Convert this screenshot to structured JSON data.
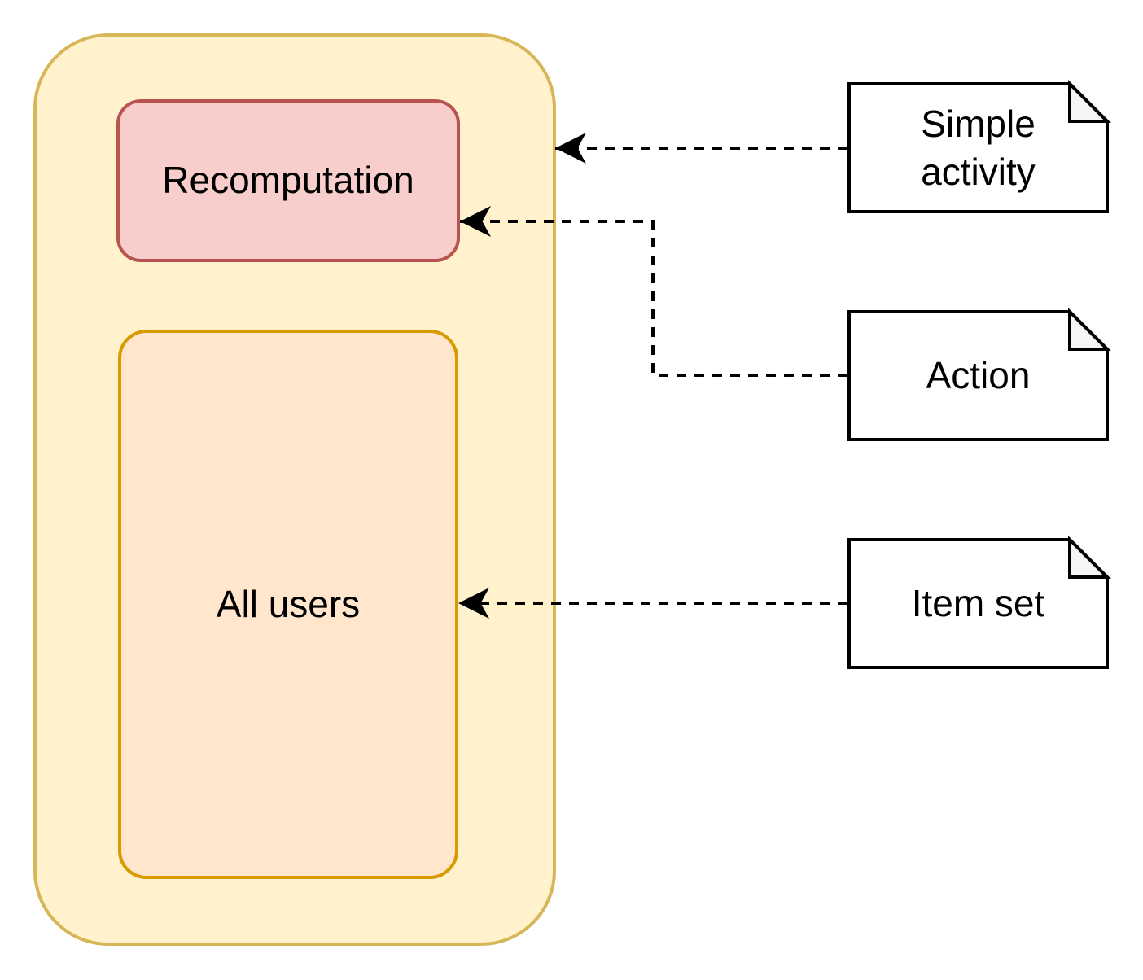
{
  "nodes": {
    "recomputation": {
      "label": "Recomputation"
    },
    "all_users": {
      "label": "All users"
    }
  },
  "notes": {
    "simple_activity": {
      "label": "Simple\nactivity"
    },
    "action": {
      "label": "Action"
    },
    "item_set": {
      "label": "Item set"
    }
  },
  "edges": [
    {
      "from": "simple_activity",
      "to": "group_container",
      "style": "dashed",
      "arrow": "target"
    },
    {
      "from": "action",
      "to": "recomputation",
      "style": "dashed",
      "arrow": "target"
    },
    {
      "from": "item_set",
      "to": "all_users",
      "style": "dashed",
      "arrow": "target"
    }
  ],
  "colors": {
    "canvas_bg": "#ffffff",
    "container_fill": "#fff2cc",
    "container_border": "#d6b656",
    "recomputation_fill": "#f8cecc",
    "recomputation_border": "#b85450",
    "allusers_fill": "#ffe6cc",
    "allusers_border": "#d79b00",
    "note_fill": "#ffffff",
    "note_border": "#000000",
    "note_fold": "#f5f5f5",
    "edge_color": "#000000",
    "text": "#000000"
  }
}
